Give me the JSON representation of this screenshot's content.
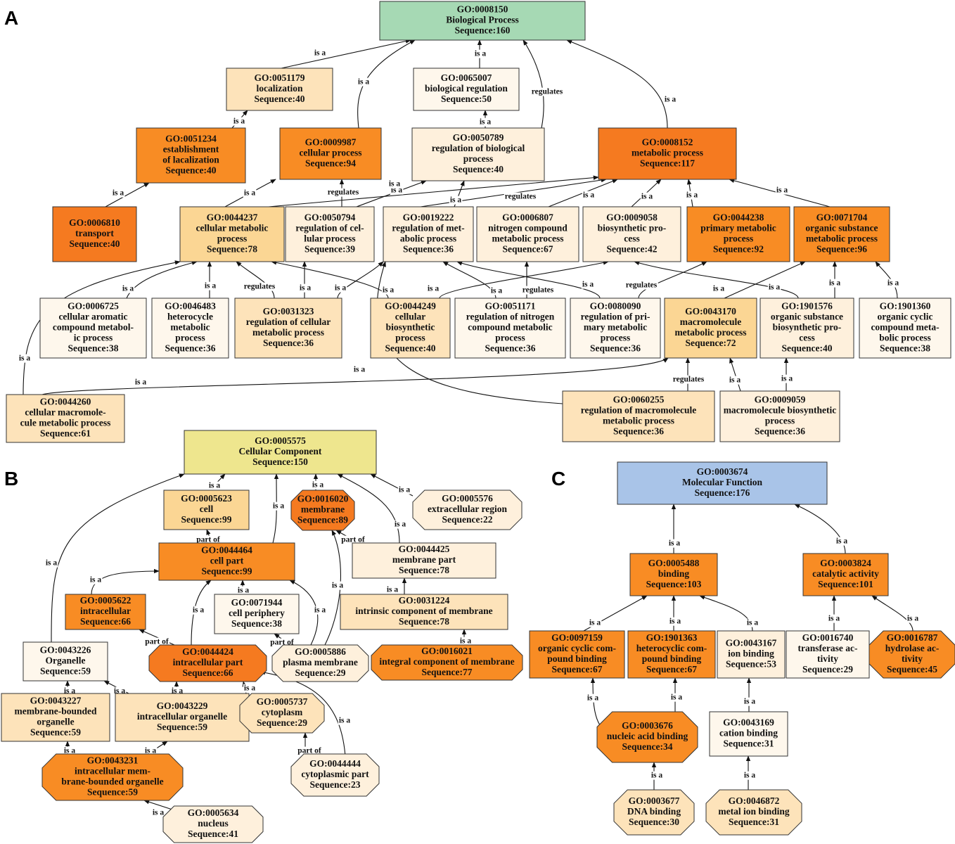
{
  "colors": {
    "bp_root": "#a6d9b4",
    "cc_root": "#eee68e",
    "mf_root": "#a9c4e8",
    "dark": "#f57a20",
    "orange": "#f88c24",
    "mid": "#fbd694",
    "light": "#fde3ba",
    "pale": "#fef0dc",
    "lightest": "#fef7ec"
  },
  "panels": [
    {
      "id": "A",
      "label": "A"
    },
    {
      "id": "B",
      "label": "B"
    },
    {
      "id": "C",
      "label": "C"
    }
  ],
  "nodes": [
    {
      "id": "n8150",
      "shape": "rect",
      "color": "bp_root",
      "lines": [
        "GO:0008150",
        "Biological Process",
        "Sequence:160"
      ]
    },
    {
      "id": "n51179",
      "shape": "rect",
      "color": "light",
      "lines": [
        "GO:0051179",
        "localization",
        "Sequence:40"
      ]
    },
    {
      "id": "n65007",
      "shape": "rect",
      "color": "lightest",
      "lines": [
        "GO:0065007",
        "biological regulation",
        "Sequence:50"
      ]
    },
    {
      "id": "n51234",
      "shape": "rect",
      "color": "orange",
      "lines": [
        "GO:0051234",
        "establishment",
        "of lacalization",
        "Sequence:40"
      ]
    },
    {
      "id": "n9987",
      "shape": "rect",
      "color": "orange",
      "lines": [
        "GO:0009987",
        "cellular process",
        "Sequence:94"
      ]
    },
    {
      "id": "n50789",
      "shape": "rect",
      "color": "pale",
      "lines": [
        "GO:0050789",
        "regulation of biological",
        "process",
        "Sequence:40"
      ]
    },
    {
      "id": "n8152",
      "shape": "rect",
      "color": "dark",
      "lines": [
        "GO:0008152",
        "metabolic process",
        "Sequence:117"
      ]
    },
    {
      "id": "n6810",
      "shape": "rect",
      "color": "dark",
      "lines": [
        "GO:0006810",
        "transport",
        "Sequence:40"
      ]
    },
    {
      "id": "n44237",
      "shape": "rect",
      "color": "mid",
      "lines": [
        "GO:0044237",
        "cellular metabolic",
        "process",
        "Sequence:78"
      ]
    },
    {
      "id": "n50794",
      "shape": "rect",
      "color": "pale",
      "lines": [
        "GO:0050794",
        "regulation of cel-",
        "lular process",
        "Sequence:39"
      ]
    },
    {
      "id": "n19222",
      "shape": "rect",
      "color": "pale",
      "lines": [
        "GO:0019222",
        "regulation of met-",
        "abolic process",
        "Sequence:36"
      ]
    },
    {
      "id": "n6807",
      "shape": "rect",
      "color": "pale",
      "lines": [
        "GO:0006807",
        "nitrogen compound",
        "metabolic process",
        "Sequence:67"
      ]
    },
    {
      "id": "n9058",
      "shape": "rect",
      "color": "pale",
      "lines": [
        "GO:0009058",
        "biosynthetic pro-",
        "cess",
        "Sequence:42"
      ]
    },
    {
      "id": "n44238",
      "shape": "rect",
      "color": "orange",
      "lines": [
        "GO:0044238",
        "primary metabolic",
        "process",
        "Sequence:92"
      ]
    },
    {
      "id": "n71704",
      "shape": "rect",
      "color": "orange",
      "lines": [
        "GO:0071704",
        "organic substance",
        "metabolic process",
        "Sequence:96"
      ]
    },
    {
      "id": "n6725",
      "shape": "rect",
      "color": "lightest",
      "lines": [
        "GO:0006725",
        "cellular aromatic",
        "compound metabol-",
        "ic process",
        "Sequence:38"
      ]
    },
    {
      "id": "n46483",
      "shape": "rect",
      "color": "lightest",
      "lines": [
        "GO:0046483",
        "heterocycle",
        "metabolic",
        "process",
        "Sequence:36"
      ]
    },
    {
      "id": "n31323",
      "shape": "rect",
      "color": "light",
      "lines": [
        "GO:0031323",
        "regulation of cellular",
        "metabolic process",
        "Sequence:36"
      ]
    },
    {
      "id": "n44249",
      "shape": "rect",
      "color": "light",
      "lines": [
        "GO:0044249",
        "cellular",
        "biosynthetic",
        "process",
        "Sequence:40"
      ]
    },
    {
      "id": "n51171",
      "shape": "rect",
      "color": "lightest",
      "lines": [
        "GO:0051171",
        "regulation of nitrogen",
        "compound metabolic",
        "process",
        "Sequence:36"
      ]
    },
    {
      "id": "n80090",
      "shape": "rect",
      "color": "lightest",
      "lines": [
        "GO:0080090",
        "regulation of pri-",
        "mary metabolic",
        "process",
        "Sequence:36"
      ]
    },
    {
      "id": "n43170",
      "shape": "rect",
      "color": "mid",
      "lines": [
        "GO:0043170",
        "macromolecule",
        "metabolic process",
        "Sequence:72"
      ]
    },
    {
      "id": "n1901576",
      "shape": "rect",
      "color": "pale",
      "lines": [
        "GO:1901576",
        "organic substance",
        "biosynthetic pro-",
        "cess",
        "Sequence:40"
      ]
    },
    {
      "id": "n1901360",
      "shape": "rect",
      "color": "lightest",
      "lines": [
        "GO:1901360",
        "organic cyclic",
        "compound meta-",
        "bolic process",
        "Sequence:38"
      ]
    },
    {
      "id": "n44260",
      "shape": "rect",
      "color": "light",
      "lines": [
        "GO:0044260",
        "cellular macromole-",
        "cule metabolic process",
        "Sequence:61"
      ]
    },
    {
      "id": "n60255",
      "shape": "rect",
      "color": "light",
      "lines": [
        "GO:0060255",
        "regulation of macromolecule",
        "metabolic process",
        "Sequence:36"
      ]
    },
    {
      "id": "n9059",
      "shape": "rect",
      "color": "pale",
      "lines": [
        "GO:0009059",
        "macromolecule biosynthetic",
        "process",
        "Sequence:36"
      ]
    },
    {
      "id": "n5575",
      "shape": "rect",
      "color": "cc_root",
      "lines": [
        "GO:0005575",
        "Cellular Component",
        "Sequence:150"
      ]
    },
    {
      "id": "n5623",
      "shape": "rect",
      "color": "mid",
      "lines": [
        "GO:0005623",
        "cell",
        "Sequence:99"
      ]
    },
    {
      "id": "n16020",
      "shape": "oct",
      "color": "dark",
      "lines": [
        "GO:0016020",
        "membrane",
        "Sequence:89"
      ]
    },
    {
      "id": "n5576",
      "shape": "oct",
      "color": "pale",
      "lines": [
        "GO:0005576",
        "extracellular region",
        "Sequence:22"
      ]
    },
    {
      "id": "n44464",
      "shape": "rect",
      "color": "orange",
      "lines": [
        "GO:0044464",
        "cell part",
        "Sequence:99"
      ]
    },
    {
      "id": "n44425",
      "shape": "rect",
      "color": "pale",
      "lines": [
        "GO:0044425",
        "membrane part",
        "Sequence:78"
      ]
    },
    {
      "id": "n5622",
      "shape": "rect",
      "color": "orange",
      "lines": [
        "GO:0005622",
        "intracellular",
        "Sequence:66"
      ]
    },
    {
      "id": "n71944",
      "shape": "rect",
      "color": "lightest",
      "lines": [
        "GO:0071944",
        "cell periphery",
        "Sequence:38"
      ]
    },
    {
      "id": "n31224",
      "shape": "rect",
      "color": "light",
      "lines": [
        "GO:0031224",
        "intrinsic component of membrane",
        "Sequence:78"
      ]
    },
    {
      "id": "n43226",
      "shape": "rect",
      "color": "lightest",
      "lines": [
        "GO:0043226",
        "Organelle",
        "Sequence:59"
      ]
    },
    {
      "id": "n44424",
      "shape": "oct",
      "color": "dark",
      "lines": [
        "GO:0044424",
        "intracellular part",
        "Sequence:66"
      ]
    },
    {
      "id": "n5886",
      "shape": "oct",
      "color": "pale",
      "lines": [
        "GO:0005886",
        "plasma membrane",
        "Sequence:29"
      ]
    },
    {
      "id": "n16021",
      "shape": "oct",
      "color": "orange",
      "lines": [
        "GO:0016021",
        "integral component of membrane",
        "Sequence:77"
      ]
    },
    {
      "id": "n43227",
      "shape": "rect",
      "color": "light",
      "lines": [
        "GO:0043227",
        "membrane-bounded",
        "organelle",
        "Sequence:59"
      ]
    },
    {
      "id": "n43229",
      "shape": "rect",
      "color": "light",
      "lines": [
        "GO:0043229",
        "intracellular organelle",
        "Sequence:59"
      ]
    },
    {
      "id": "n5737",
      "shape": "oct",
      "color": "light",
      "lines": [
        "GO:0005737",
        "cytoplasm",
        "Sequence:29"
      ]
    },
    {
      "id": "n43231",
      "shape": "oct",
      "color": "orange",
      "lines": [
        "GO:0043231",
        "intracellular mem-",
        "brane-bounded organelle",
        "Sequence:59"
      ]
    },
    {
      "id": "n44444",
      "shape": "oct",
      "color": "pale",
      "lines": [
        "GO:0044444",
        "cytoplasmic part",
        "Sequence:23"
      ]
    },
    {
      "id": "n5634",
      "shape": "oct",
      "color": "pale",
      "lines": [
        "GO:0005634",
        "nucleus",
        "Sequence:41"
      ]
    },
    {
      "id": "n3674",
      "shape": "rect",
      "color": "mf_root",
      "lines": [
        "GO:0003674",
        "Molecular Function",
        "Sequence:176"
      ]
    },
    {
      "id": "n5488",
      "shape": "rect",
      "color": "orange",
      "lines": [
        "GO:0005488",
        "binding",
        "Sequence:103"
      ]
    },
    {
      "id": "n3824",
      "shape": "rect",
      "color": "orange",
      "lines": [
        "GO:0003824",
        "catalytic activity",
        "Sequence:101"
      ]
    },
    {
      "id": "n97159",
      "shape": "rect",
      "color": "orange",
      "lines": [
        "GO:0097159",
        "organic cyclic com-",
        "pound binding",
        "Sequence:67"
      ]
    },
    {
      "id": "n1901363",
      "shape": "rect",
      "color": "orange",
      "lines": [
        "GO:1901363",
        "heterocyclic com-",
        "pound binding",
        "Sequence:67"
      ]
    },
    {
      "id": "n43167",
      "shape": "rect",
      "color": "pale",
      "lines": [
        "GO:0043167",
        "ion binding",
        "Sequence:53"
      ]
    },
    {
      "id": "n16740",
      "shape": "rect",
      "color": "lightest",
      "lines": [
        "GO:0016740",
        "transferase ac-",
        "tivity",
        "Sequence:29"
      ]
    },
    {
      "id": "n16787",
      "shape": "oct",
      "color": "orange",
      "lines": [
        "GO:0016787",
        "hydrolase ac-",
        "tivity",
        "Sequence:45"
      ]
    },
    {
      "id": "n3676",
      "shape": "oct",
      "color": "orange",
      "lines": [
        "GO:0003676",
        "nucleic acid binding",
        "Sequence:34"
      ]
    },
    {
      "id": "n43169",
      "shape": "rect",
      "color": "lightest",
      "lines": [
        "GO:0043169",
        "cation binding",
        "Sequence:31"
      ]
    },
    {
      "id": "n3677",
      "shape": "oct",
      "color": "light",
      "lines": [
        "GO:0003677",
        "DNA binding",
        "Sequence:30"
      ]
    },
    {
      "id": "n46872",
      "shape": "oct",
      "color": "light",
      "lines": [
        "GO:0046872",
        "metal ion binding",
        "Sequence:31"
      ]
    }
  ],
  "edges": [
    {
      "from": "n51179",
      "to": "n8150",
      "label": "is a"
    },
    {
      "from": "n65007",
      "to": "n8150",
      "label": "is a"
    },
    {
      "from": "n9987",
      "to": "n8150",
      "label": "is a"
    },
    {
      "from": "n50789",
      "to": "n8150",
      "label": "regulates"
    },
    {
      "from": "n8152",
      "to": "n8150",
      "label": "is a"
    },
    {
      "from": "n51234",
      "to": "n51179",
      "label": "is a"
    },
    {
      "from": "n50789",
      "to": "n65007",
      "label": "is a"
    },
    {
      "from": "n6810",
      "to": "n51234",
      "label": "is a"
    },
    {
      "from": "n44237",
      "to": "n9987",
      "label": "is a"
    },
    {
      "from": "n50794",
      "to": "n9987",
      "label": "regulates"
    },
    {
      "from": "n50794",
      "to": "n50789",
      "label": "is a"
    },
    {
      "from": "n19222",
      "to": "n50789",
      "label": "is a"
    },
    {
      "from": "n44237",
      "to": "n8152",
      "label": "is a"
    },
    {
      "from": "n19222",
      "to": "n8152",
      "label": "regulates"
    },
    {
      "from": "n6807",
      "to": "n8152",
      "label": "is a"
    },
    {
      "from": "n9058",
      "to": "n8152",
      "label": "is a"
    },
    {
      "from": "n44238",
      "to": "n8152",
      "label": "is a"
    },
    {
      "from": "n71704",
      "to": "n8152",
      "label": "is a"
    },
    {
      "from": "n6725",
      "to": "n44237",
      "label": "is a"
    },
    {
      "from": "n46483",
      "to": "n44237",
      "label": "is a"
    },
    {
      "from": "n31323",
      "to": "n44237",
      "label": "regulates"
    },
    {
      "from": "n44249",
      "to": "n44237",
      "label": "is a"
    },
    {
      "from": "n44260",
      "to": "n44237",
      "label": "is a"
    },
    {
      "from": "n31323",
      "to": "n50794",
      "label": "is a"
    },
    {
      "from": "n31323",
      "to": "n19222",
      "label": "is a"
    },
    {
      "from": "n51171",
      "to": "n19222",
      "label": "is a"
    },
    {
      "from": "n80090",
      "to": "n19222",
      "label": "is a"
    },
    {
      "from": "n60255",
      "to": "n19222",
      "label": "is a"
    },
    {
      "from": "n51171",
      "to": "n6807",
      "label": "regulates"
    },
    {
      "from": "n44249",
      "to": "n9058",
      "label": "is a"
    },
    {
      "from": "n1901576",
      "to": "n9058",
      "label": "is a"
    },
    {
      "from": "n80090",
      "to": "n44238",
      "label": "regulates"
    },
    {
      "from": "n43170",
      "to": "n71704",
      "label": "is a"
    },
    {
      "from": "n1901576",
      "to": "n71704",
      "label": "is a"
    },
    {
      "from": "n1901360",
      "to": "n71704",
      "label": "is a"
    },
    {
      "from": "n44260",
      "to": "n43170",
      "label": "is a"
    },
    {
      "from": "n60255",
      "to": "n43170",
      "label": "regulates"
    },
    {
      "from": "n9059",
      "to": "n43170",
      "label": "is a"
    },
    {
      "from": "n9059",
      "to": "n1901576",
      "label": "is a"
    },
    {
      "from": "n5623",
      "to": "n5575",
      "label": "is a"
    },
    {
      "from": "n16020",
      "to": "n5575",
      "label": "is a"
    },
    {
      "from": "n5576",
      "to": "n5575",
      "label": "is a"
    },
    {
      "from": "n44464",
      "to": "n5575",
      "label": "is a"
    },
    {
      "from": "n44425",
      "to": "n5575",
      "label": "is a"
    },
    {
      "from": "n43226",
      "to": "n5575",
      "label": "is a"
    },
    {
      "from": "n44464",
      "to": "n5623",
      "label": "part of"
    },
    {
      "from": "n44425",
      "to": "n16020",
      "label": "part of"
    },
    {
      "from": "n5886",
      "to": "n16020",
      "label": "is a"
    },
    {
      "from": "n5622",
      "to": "n44464",
      "label": "is a"
    },
    {
      "from": "n71944",
      "to": "n44464",
      "label": "is a"
    },
    {
      "from": "n44424",
      "to": "n44464",
      "label": "is a"
    },
    {
      "from": "n5886",
      "to": "n44464",
      "label": "is a"
    },
    {
      "from": "n31224",
      "to": "n44425",
      "label": "is a"
    },
    {
      "from": "n44424",
      "to": "n5622",
      "label": "part of"
    },
    {
      "from": "n5886",
      "to": "n71944",
      "label": "part of"
    },
    {
      "from": "n16021",
      "to": "n31224",
      "label": "is a"
    },
    {
      "from": "n43227",
      "to": "n43226",
      "label": "is a"
    },
    {
      "from": "n43229",
      "to": "n43226",
      "label": "is a"
    },
    {
      "from": "n43229",
      "to": "n44424",
      "label": "is a"
    },
    {
      "from": "n5737",
      "to": "n44424",
      "label": "is a"
    },
    {
      "from": "n44444",
      "to": "n44424",
      "label": "is a"
    },
    {
      "from": "n43231",
      "to": "n43227",
      "label": "is a"
    },
    {
      "from": "n43231",
      "to": "n43229",
      "label": "is a"
    },
    {
      "from": "n44444",
      "to": "n5737",
      "label": "part of"
    },
    {
      "from": "n5634",
      "to": "n43231",
      "label": "is a"
    },
    {
      "from": "n5488",
      "to": "n3674",
      "label": "is a"
    },
    {
      "from": "n3824",
      "to": "n3674",
      "label": "is a"
    },
    {
      "from": "n97159",
      "to": "n5488",
      "label": "is a"
    },
    {
      "from": "n1901363",
      "to": "n5488",
      "label": "is a"
    },
    {
      "from": "n43167",
      "to": "n5488",
      "label": "is a"
    },
    {
      "from": "n16740",
      "to": "n3824",
      "label": "is a"
    },
    {
      "from": "n16787",
      "to": "n3824",
      "label": "is a"
    },
    {
      "from": "n3676",
      "to": "n97159",
      "label": "is a"
    },
    {
      "from": "n3676",
      "to": "n1901363",
      "label": "is a"
    },
    {
      "from": "n43169",
      "to": "n43167",
      "label": "is a"
    },
    {
      "from": "n3677",
      "to": "n3676",
      "label": "is a"
    },
    {
      "from": "n46872",
      "to": "n43169",
      "label": "is a"
    }
  ]
}
